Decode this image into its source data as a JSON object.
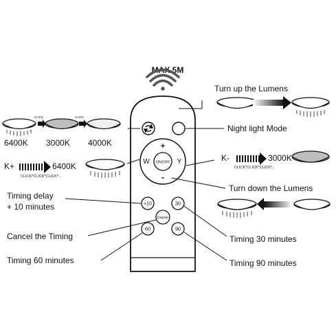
{
  "header": {
    "range_label": "MAX 5M"
  },
  "remote": {
    "buttons": {
      "mode_cycle": "",
      "night_light": "",
      "plus": "+",
      "minus": "-",
      "warm": "W",
      "cool": "Y",
      "power": "ON/OFF",
      "timer_plus10": "+10",
      "timer_30": "30",
      "delete": "Delete",
      "timer_60": "60",
      "timer_90": "90"
    }
  },
  "callouts": {
    "turn_up": "Turn up the Lumens",
    "night_light": "Night light Mode",
    "turn_down": "Turn down the Lumens",
    "timing_delay_line1": "Timing delay",
    "timing_delay_line2": "+ 10 minutes",
    "cancel_timing": "Cancel the Timing",
    "timing_30": "Timing 30 minutes",
    "timing_60": "Timing 60 minutes",
    "timing_90": "Timing 90 minutes"
  },
  "mode_sequence": {
    "items": [
      "6400K",
      "3000K",
      "4000K"
    ],
    "click_label": "CLICK"
  },
  "k_plus": {
    "prefix": "K+",
    "target": "6400K",
    "clicks": "CLICK*CLICK*CLICK*..."
  },
  "k_minus": {
    "prefix": "K-",
    "target": "3000K",
    "clicks": "CLICK*CLICK*CLICK*..."
  },
  "colors": {
    "ink": "#111111",
    "lamp_warm": "#bdbdbd",
    "lamp_cool": "#ffffff"
  }
}
